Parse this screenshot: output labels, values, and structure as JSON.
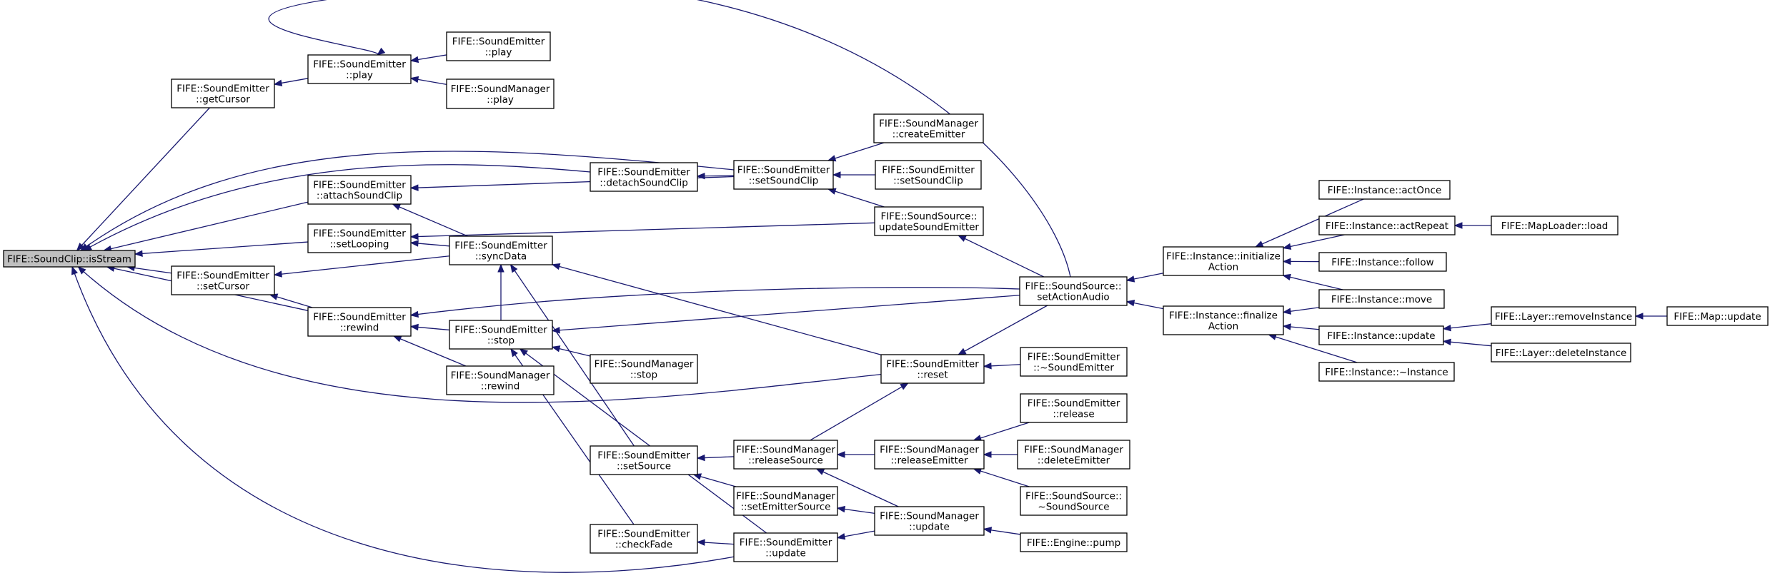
{
  "diagram": {
    "title": "",
    "colors": {
      "edge": "#191970",
      "node_border": "#000000",
      "node_fill": "#ffffff",
      "root_fill": "#bfbfbf"
    },
    "nodes": [
      {
        "id": "isStream",
        "lines": [
          "FIFE::SoundClip::isStream"
        ],
        "root": true
      },
      {
        "id": "getCursor",
        "lines": [
          "FIFE::SoundEmitter",
          "::getCursor"
        ]
      },
      {
        "id": "play",
        "lines": [
          "FIFE::SoundEmitter",
          "::play"
        ]
      },
      {
        "id": "play2",
        "lines": [
          "FIFE::SoundEmitter",
          "::play"
        ]
      },
      {
        "id": "smPlay",
        "lines": [
          "FIFE::SoundManager",
          "::play"
        ]
      },
      {
        "id": "attachSoundClip",
        "lines": [
          "FIFE::SoundEmitter",
          "::attachSoundClip"
        ]
      },
      {
        "id": "setLooping",
        "lines": [
          "FIFE::SoundEmitter",
          "::setLooping"
        ]
      },
      {
        "id": "setCursor",
        "lines": [
          "FIFE::SoundEmitter",
          "::setCursor"
        ]
      },
      {
        "id": "rewind",
        "lines": [
          "FIFE::SoundEmitter",
          "::rewind"
        ]
      },
      {
        "id": "detachSoundClip",
        "lines": [
          "FIFE::SoundEmitter",
          "::detachSoundClip"
        ]
      },
      {
        "id": "setSoundClip",
        "lines": [
          "FIFE::SoundEmitter",
          "::setSoundClip"
        ]
      },
      {
        "id": "createEmitter",
        "lines": [
          "FIFE::SoundManager",
          "::createEmitter"
        ]
      },
      {
        "id": "setSoundClip2",
        "lines": [
          "FIFE::SoundEmitter",
          "::setSoundClip"
        ]
      },
      {
        "id": "updateSoundEmitter",
        "lines": [
          "FIFE::SoundSource::",
          "updateSoundEmitter"
        ]
      },
      {
        "id": "syncData",
        "lines": [
          "FIFE::SoundEmitter",
          "::syncData"
        ]
      },
      {
        "id": "stop",
        "lines": [
          "FIFE::SoundEmitter",
          "::stop"
        ]
      },
      {
        "id": "smRewind",
        "lines": [
          "FIFE::SoundManager",
          "::rewind"
        ]
      },
      {
        "id": "smStop",
        "lines": [
          "FIFE::SoundManager",
          "::stop"
        ]
      },
      {
        "id": "setSource",
        "lines": [
          "FIFE::SoundEmitter",
          "::setSource"
        ]
      },
      {
        "id": "checkFade",
        "lines": [
          "FIFE::SoundEmitter",
          "::checkFade"
        ]
      },
      {
        "id": "releaseSource",
        "lines": [
          "FIFE::SoundManager",
          "::releaseSource"
        ]
      },
      {
        "id": "setEmitterSource",
        "lines": [
          "FIFE::SoundManager",
          "::setEmitterSource"
        ]
      },
      {
        "id": "seUpdate",
        "lines": [
          "FIFE::SoundEmitter",
          "::update"
        ]
      },
      {
        "id": "reset",
        "lines": [
          "FIFE::SoundEmitter",
          "::reset"
        ]
      },
      {
        "id": "releaseEmitter",
        "lines": [
          "FIFE::SoundManager",
          "::releaseEmitter"
        ]
      },
      {
        "id": "smUpdate",
        "lines": [
          "FIFE::SoundManager",
          "::update"
        ]
      },
      {
        "id": "setActionAudio",
        "lines": [
          "FIFE::SoundSource::",
          "setActionAudio"
        ]
      },
      {
        "id": "dtorEmitter",
        "lines": [
          "FIFE::SoundEmitter",
          "::~SoundEmitter"
        ]
      },
      {
        "id": "release",
        "lines": [
          "FIFE::SoundEmitter",
          "::release"
        ]
      },
      {
        "id": "deleteEmitter",
        "lines": [
          "FIFE::SoundManager",
          "::deleteEmitter"
        ]
      },
      {
        "id": "dtorSource",
        "lines": [
          "FIFE::SoundSource::",
          "~SoundSource"
        ]
      },
      {
        "id": "enginePump",
        "lines": [
          "FIFE::Engine::pump"
        ]
      },
      {
        "id": "initializeAction",
        "lines": [
          "FIFE::Instance::initialize",
          "Action"
        ]
      },
      {
        "id": "finalizeAction",
        "lines": [
          "FIFE::Instance::finalize",
          "Action"
        ]
      },
      {
        "id": "actOnce",
        "lines": [
          "FIFE::Instance::actOnce"
        ]
      },
      {
        "id": "actRepeat",
        "lines": [
          "FIFE::Instance::actRepeat"
        ]
      },
      {
        "id": "follow",
        "lines": [
          "FIFE::Instance::follow"
        ]
      },
      {
        "id": "move",
        "lines": [
          "FIFE::Instance::move"
        ]
      },
      {
        "id": "instUpdate",
        "lines": [
          "FIFE::Instance::update"
        ]
      },
      {
        "id": "dtorInstance",
        "lines": [
          "FIFE::Instance::~Instance"
        ]
      },
      {
        "id": "mapLoaderLoad",
        "lines": [
          "FIFE::MapLoader::load"
        ]
      },
      {
        "id": "removeInstance",
        "lines": [
          "FIFE::Layer::removeInstance"
        ]
      },
      {
        "id": "deleteInstance",
        "lines": [
          "FIFE::Layer::deleteInstance"
        ]
      },
      {
        "id": "mapUpdate",
        "lines": [
          "FIFE::Map::update"
        ]
      }
    ],
    "edges": [
      [
        "getCursor",
        "isStream"
      ],
      [
        "play",
        "getCursor"
      ],
      [
        "play2",
        "play"
      ],
      [
        "smPlay",
        "play"
      ],
      [
        "setActionAudio",
        "play"
      ],
      [
        "attachSoundClip",
        "isStream"
      ],
      [
        "setSoundClip",
        "attachSoundClip"
      ],
      [
        "detachSoundClip",
        "isStream"
      ],
      [
        "setSoundClip",
        "detachSoundClip"
      ],
      [
        "setSoundClip",
        "isStream"
      ],
      [
        "createEmitter",
        "setSoundClip"
      ],
      [
        "setSoundClip2",
        "setSoundClip"
      ],
      [
        "updateSoundEmitter",
        "setSoundClip"
      ],
      [
        "setLooping",
        "isStream"
      ],
      [
        "syncData",
        "setLooping"
      ],
      [
        "updateSoundEmitter",
        "setLooping"
      ],
      [
        "syncData",
        "attachSoundClip"
      ],
      [
        "setCursor",
        "isStream"
      ],
      [
        "syncData",
        "setCursor"
      ],
      [
        "rewind",
        "setCursor"
      ],
      [
        "rewind",
        "isStream"
      ],
      [
        "stop",
        "rewind"
      ],
      [
        "smRewind",
        "rewind"
      ],
      [
        "setActionAudio",
        "rewind"
      ],
      [
        "stop",
        "syncData"
      ],
      [
        "reset",
        "syncData"
      ],
      [
        "setSource",
        "syncData"
      ],
      [
        "setActionAudio",
        "stop"
      ],
      [
        "smStop",
        "stop"
      ],
      [
        "seUpdate",
        "stop"
      ],
      [
        "checkFade",
        "stop"
      ],
      [
        "reset",
        "isStream"
      ],
      [
        "seUpdate",
        "isStream"
      ],
      [
        "releaseSource",
        "setSource"
      ],
      [
        "setEmitterSource",
        "setSource"
      ],
      [
        "seUpdate",
        "checkFade"
      ],
      [
        "smUpdate",
        "seUpdate"
      ],
      [
        "releaseEmitter",
        "releaseSource"
      ],
      [
        "smUpdate",
        "releaseSource"
      ],
      [
        "smUpdate",
        "setEmitterSource"
      ],
      [
        "releaseSource",
        "reset"
      ],
      [
        "dtorEmitter",
        "reset"
      ],
      [
        "setActionAudio",
        "reset"
      ],
      [
        "setActionAudio",
        "updateSoundEmitter"
      ],
      [
        "release",
        "releaseEmitter"
      ],
      [
        "deleteEmitter",
        "releaseEmitter"
      ],
      [
        "dtorSource",
        "releaseEmitter"
      ],
      [
        "enginePump",
        "smUpdate"
      ],
      [
        "initializeAction",
        "setActionAudio"
      ],
      [
        "finalizeAction",
        "setActionAudio"
      ],
      [
        "actOnce",
        "initializeAction"
      ],
      [
        "actRepeat",
        "initializeAction"
      ],
      [
        "follow",
        "initializeAction"
      ],
      [
        "move",
        "initializeAction"
      ],
      [
        "mapLoaderLoad",
        "actRepeat"
      ],
      [
        "move",
        "finalizeAction"
      ],
      [
        "instUpdate",
        "finalizeAction"
      ],
      [
        "dtorInstance",
        "finalizeAction"
      ],
      [
        "removeInstance",
        "instUpdate"
      ],
      [
        "deleteInstance",
        "instUpdate"
      ],
      [
        "mapUpdate",
        "removeInstance"
      ]
    ]
  }
}
